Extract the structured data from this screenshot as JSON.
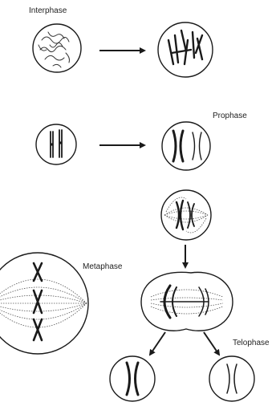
{
  "labels": {
    "interphase": "Interphase",
    "prophase": "Prophase",
    "metaphase": "Metaphase",
    "telophase": "Telophase"
  },
  "colors": {
    "ink": "#1a1a1a",
    "background": "#ffffff"
  }
}
